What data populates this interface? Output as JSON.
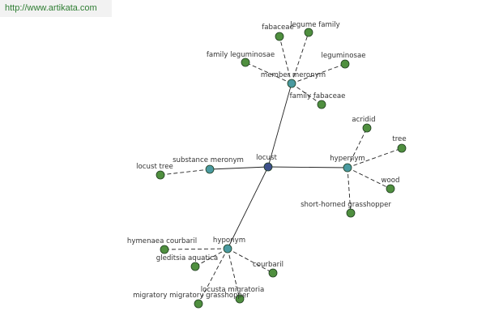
{
  "source": {
    "url_text": "http://www.artikata.com"
  },
  "colors": {
    "center": "#3d4f8a",
    "relation": "#4a9aa0",
    "term": "#4f8f3f",
    "edge": "#222222"
  },
  "graph": {
    "center": {
      "id": "locust",
      "label": "locust"
    },
    "relations": [
      {
        "id": "member-meronym",
        "label": "member meronym",
        "terms": [
          "fabaceae",
          "legume family",
          "family leguminosae",
          "leguminosae",
          "family fabaceae"
        ]
      },
      {
        "id": "hypernym",
        "label": "hypernym",
        "terms": [
          "acridid",
          "tree",
          "wood",
          "short-horned grasshopper"
        ]
      },
      {
        "id": "substance-meronym",
        "label": "substance meronym",
        "terms": [
          "locust tree"
        ]
      },
      {
        "id": "hyponym",
        "label": "hyponym",
        "terms": [
          "hymenaea courbaril",
          "gleditsia aquatica",
          "courbaril",
          "locusta migratoria",
          "migratory migratory grasshopper"
        ]
      }
    ]
  }
}
